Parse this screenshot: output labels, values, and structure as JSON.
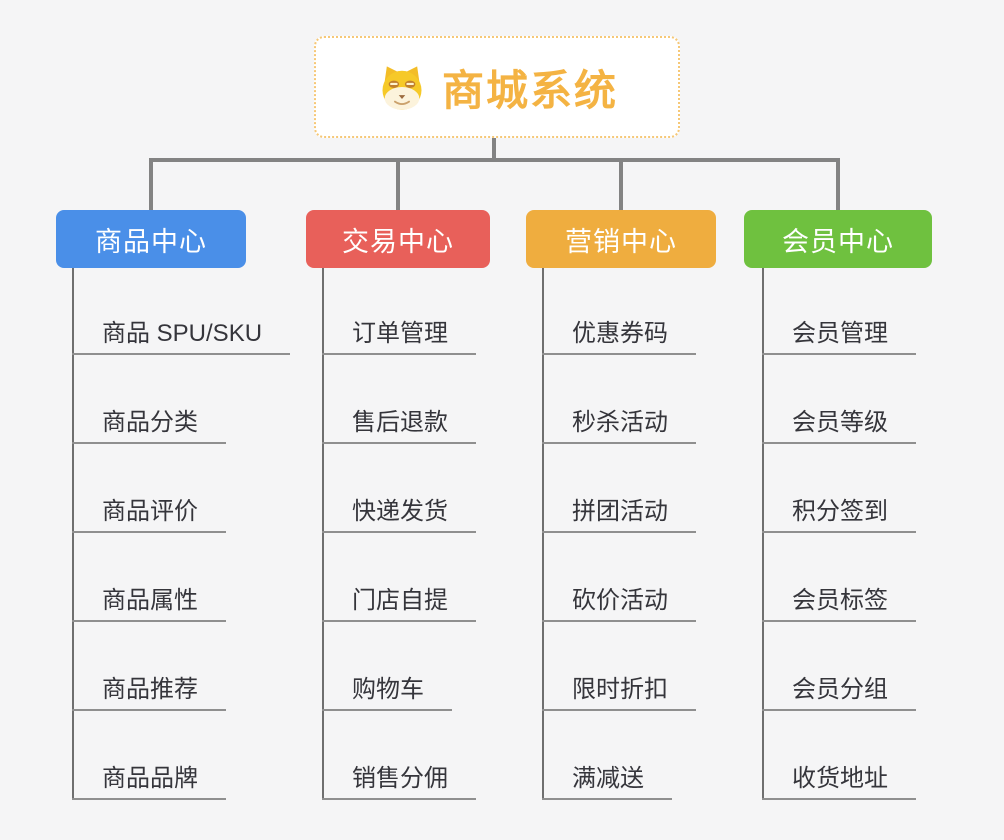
{
  "canvas": {
    "background": "#f5f5f6",
    "connector_color": "#838383"
  },
  "root": {
    "label": "商城系统",
    "icon": "dog-face-icon",
    "text_color": "#F4B343",
    "border_color": "#F6C877"
  },
  "branches": [
    {
      "id": "product-center",
      "label": "商品中心",
      "color": "#4A8FE8",
      "children": [
        "商品 SPU/SKU",
        "商品分类",
        "商品评价",
        "商品属性",
        "商品推荐",
        "商品品牌"
      ]
    },
    {
      "id": "trade-center",
      "label": "交易中心",
      "color": "#E8605A",
      "children": [
        "订单管理",
        "售后退款",
        "快递发货",
        "门店自提",
        "购物车",
        "销售分佣"
      ]
    },
    {
      "id": "marketing-center",
      "label": "营销中心",
      "color": "#EFAD3F",
      "children": [
        "优惠券码",
        "秒杀活动",
        "拼团活动",
        "砍价活动",
        "限时折扣",
        "满减送"
      ]
    },
    {
      "id": "member-center",
      "label": "会员中心",
      "color": "#6FC13F",
      "children": [
        "会员管理",
        "会员等级",
        "积分签到",
        "会员标签",
        "会员分组",
        "收货地址"
      ]
    }
  ]
}
